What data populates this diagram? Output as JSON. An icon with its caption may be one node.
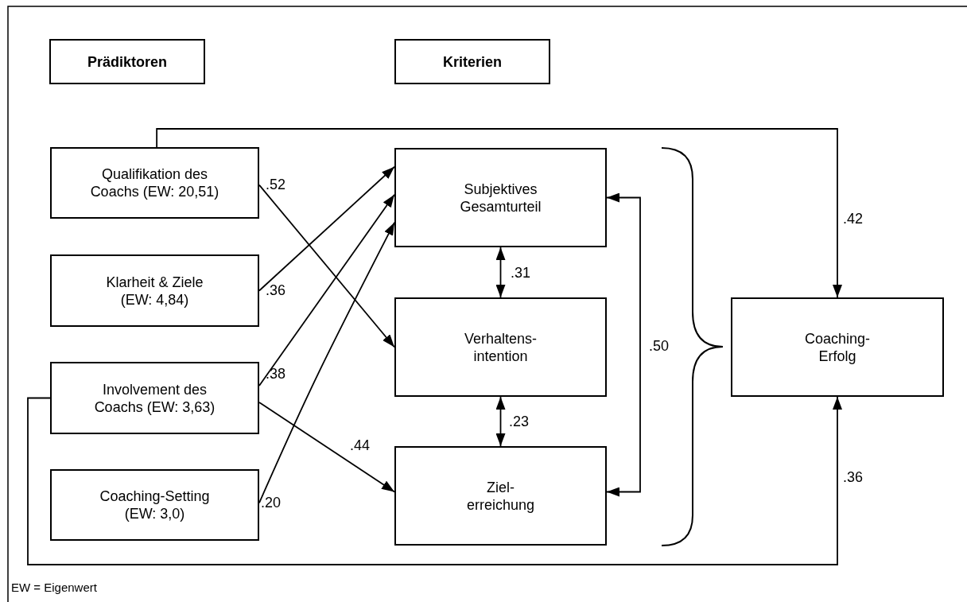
{
  "diagram": {
    "nodes": [
      {
        "text": [
          "Prädiktoren"
        ]
      },
      {
        "text": [
          "Kriterien"
        ]
      },
      {
        "text": [
          "Qualifikation des Coachs (EW: 20,51)"
        ]
      },
      {
        "text": [
          "Klarheit & Ziele (EW: 4,84)"
        ]
      },
      {
        "text": [
          "Involvement des Coachs (EW: 3,63)"
        ]
      },
      {
        "text": [
          "Coaching-Setting (EW: 3,0)"
        ]
      },
      {
        "text": [
          "Subjektives Gesamturteil"
        ]
      },
      {
        "text": [
          "Verhaltens- intention"
        ]
      },
      {
        "text": [
          "Ziel- erreichung"
        ]
      },
      {
        "text": [
          "Coaching- Erfolg"
        ]
      }
    ],
    "edges": [
      {
        "from": 2,
        "to": 7,
        "arrow": "to",
        "label": ".52"
      },
      {
        "from": 3,
        "to": 6,
        "arrow": "to",
        "label": ".36"
      },
      {
        "from": 4,
        "to": 6,
        "arrow": "to",
        "label": ".38"
      },
      {
        "from": 5,
        "to": 6,
        "arrow": "to",
        "label": ".20"
      },
      {
        "from": 4,
        "to": 8,
        "arrow": "to",
        "label": ".44"
      },
      {
        "from": 6,
        "to": 7,
        "arrow": "both",
        "label": ".31"
      },
      {
        "from": 7,
        "to": 8,
        "arrow": "both",
        "label": ".23"
      },
      {
        "from": 6,
        "to": 8,
        "arrow": "both",
        "label": ".50"
      },
      {
        "from": 2,
        "to": 9,
        "arrow": "to",
        "label": ".42"
      },
      {
        "from": 4,
        "to": 9,
        "arrow": "to",
        "label": ".36"
      }
    ],
    "labels": [
      "EW = Eigenwert"
    ]
  }
}
